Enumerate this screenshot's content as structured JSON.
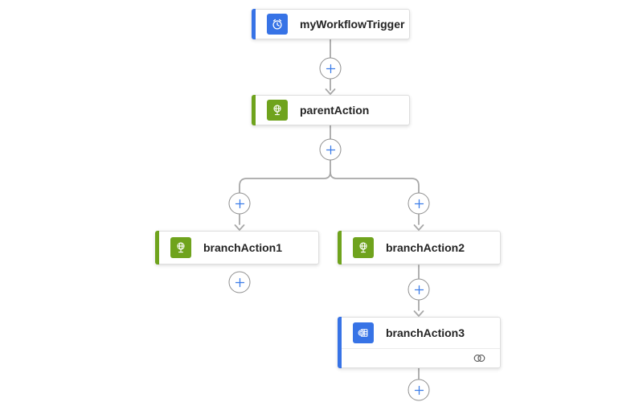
{
  "app": {
    "name": "workflow-designer-canvas"
  },
  "colors": {
    "bg": "#ffffff",
    "blue": "#3773e6",
    "green": "#6fa31d",
    "plus-blue": "#3b7ce8",
    "line-gray": "#a8a8a8",
    "circle-border": "#8f8f8f",
    "card-border": "#dedede",
    "divider": "#ececec",
    "link-icon": "#565656",
    "text": "#242424"
  },
  "nodes": {
    "trigger": {
      "label": "myWorkflowTrigger",
      "icon": "recurrence-clock-icon",
      "accent": "blue"
    },
    "parent_action": {
      "label": "parentAction",
      "icon": "http-globe-icon",
      "accent": "green"
    },
    "branch_action_1": {
      "label": "branchAction1",
      "icon": "http-globe-icon",
      "accent": "green"
    },
    "branch_action_2": {
      "label": "branchAction2",
      "icon": "http-globe-icon",
      "accent": "green"
    },
    "branch_action_3": {
      "label": "branchAction3",
      "icon": "outlook-connector-icon",
      "accent": "blue",
      "footer_icon": "connection-link-icon"
    }
  }
}
